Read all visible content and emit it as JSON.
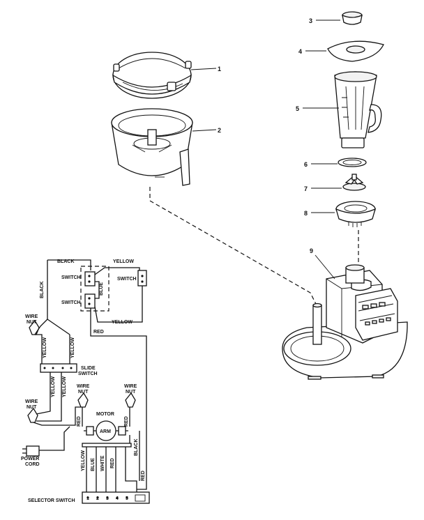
{
  "parts": [
    {
      "number": "1"
    },
    {
      "number": "2"
    },
    {
      "number": "3"
    },
    {
      "number": "4"
    },
    {
      "number": "5"
    },
    {
      "number": "6"
    },
    {
      "number": "7"
    },
    {
      "number": "8"
    },
    {
      "number": "9"
    }
  ],
  "wiring": {
    "black_top": "BLACK",
    "yellow_top": "YELLOW",
    "switch_1": "SWITCH",
    "switch_right": "SWITCH",
    "switch_2": "SWITCH",
    "yellow_mid": "YELLOW",
    "red_switch": "RED",
    "black_vertical": "BLACK",
    "blue_jumper": "BLUE",
    "wire_nut_1": {
      "line1": "WIRE",
      "line2": "NUT"
    },
    "wire_nut_2": {
      "line1": "WIRE",
      "line2": "NUT"
    },
    "wire_nut_3": {
      "line1": "WIRE",
      "line2": "NUT"
    },
    "wire_nut_4": {
      "line1": "WIRE",
      "line2": "NUT"
    },
    "yellow_upper_left": "YELLOW",
    "yellow_upper_right": "YELLOW",
    "yellow_lower_left": "YELLOW",
    "yellow_lower_right": "YELLOW",
    "slide_switch": {
      "line1": "SLIDE",
      "line2": "SWITCH"
    },
    "motor": "MOTOR",
    "motor_armature": "ARM",
    "red_motor_left": "RED",
    "red_motor_right": "RED",
    "power_cord": {
      "line1": "POWER",
      "line2": "CORD"
    },
    "selector_wires": [
      "YELLOW",
      "BLUE",
      "WHITE",
      "RED",
      "BLACK"
    ],
    "red_selector_feed": "RED",
    "terminals": [
      "1",
      "2",
      "3",
      "4",
      "5"
    ],
    "selector_switch": "SELECTOR SWITCH"
  }
}
